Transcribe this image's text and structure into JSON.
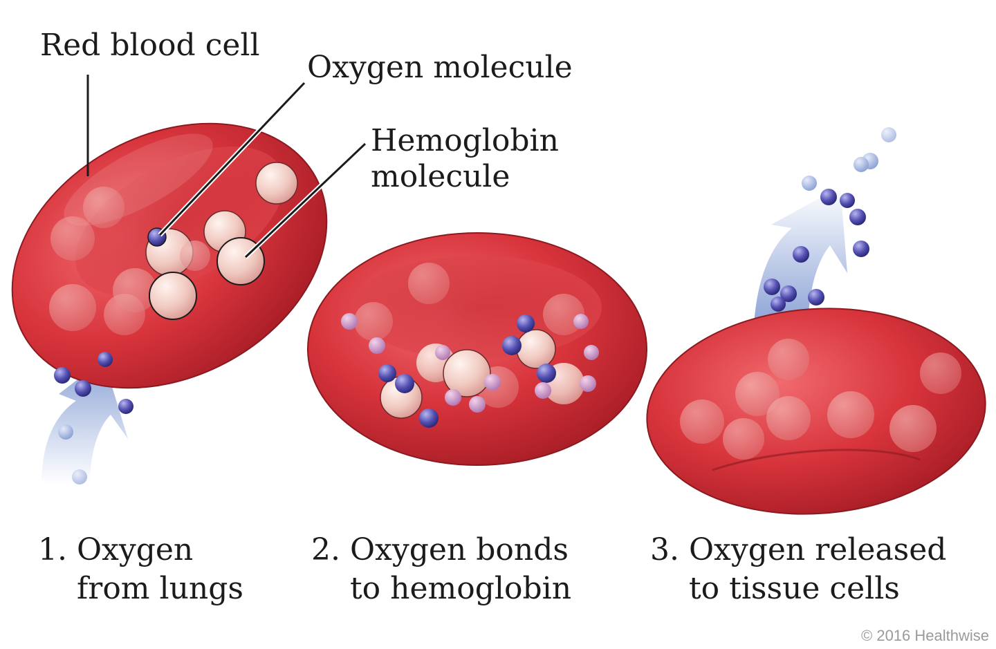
{
  "labels": {
    "red_blood_cell": "Red blood cell",
    "oxygen_molecule": "Oxygen molecule",
    "hemoglobin_line1": "Hemoglobin",
    "hemoglobin_line2": "molecule"
  },
  "steps": [
    {
      "number": "1.",
      "line1": "Oxygen",
      "line2": "from lungs"
    },
    {
      "number": "2.",
      "line1": "Oxygen bonds",
      "line2": "to hemoglobin"
    },
    {
      "number": "3.",
      "line1": "Oxygen released",
      "line2": "to tissue cells"
    }
  ],
  "copyright": "© 2016 Healthwise",
  "colors": {
    "cell": "#d8343c",
    "cell_dark": "#a81d26",
    "hemoglobin": "#f1cfc6",
    "oxygen": "#4a4aa8",
    "arrow": "#8fa6d6"
  }
}
